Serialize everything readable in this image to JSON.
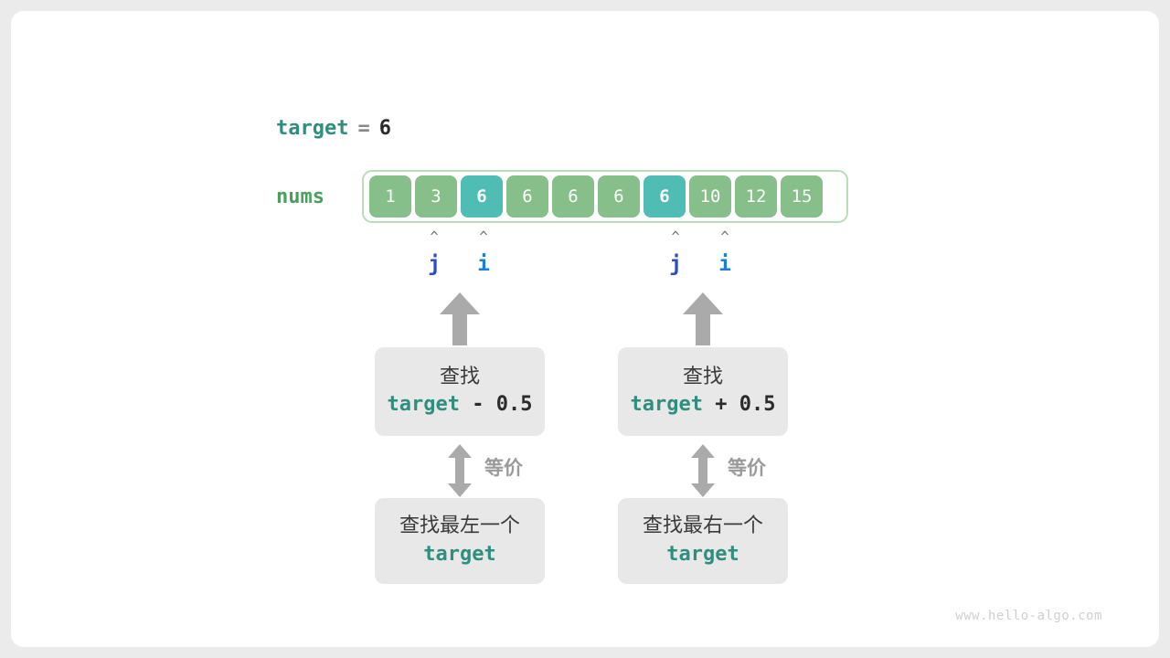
{
  "diagram": {
    "target_line": {
      "var_label": "target",
      "operator": "=",
      "value": "6"
    },
    "array": {
      "label": "nums",
      "cells": [
        {
          "value": "1",
          "highlight": false
        },
        {
          "value": "3",
          "highlight": false
        },
        {
          "value": "6",
          "highlight": true
        },
        {
          "value": "6",
          "highlight": false
        },
        {
          "value": "6",
          "highlight": false
        },
        {
          "value": "6",
          "highlight": false
        },
        {
          "value": "6",
          "highlight": true
        },
        {
          "value": "10",
          "highlight": false
        },
        {
          "value": "12",
          "highlight": false
        },
        {
          "value": "15",
          "highlight": false
        }
      ]
    },
    "pointers": {
      "caret_glyph": "^",
      "left_group": {
        "j": "j",
        "i": "i"
      },
      "right_group": {
        "j": "j",
        "i": "i"
      }
    },
    "branches": [
      {
        "id": "left",
        "top_box": {
          "title": "查找",
          "code_var": "target",
          "code_rest": " - 0.5"
        },
        "equivalence_label": "等价",
        "bottom_box": {
          "title": "查找最左一个",
          "code_var": "target"
        }
      },
      {
        "id": "right",
        "top_box": {
          "title": "查找",
          "code_var": "target",
          "code_rest": " + 0.5"
        },
        "equivalence_label": "等价",
        "bottom_box": {
          "title": "查找最右一个",
          "code_var": "target"
        }
      }
    ],
    "watermark": "www.hello-algo.com",
    "colors": {
      "cell_normal": "#86bf8a",
      "cell_highlight": "#50bdb5",
      "array_border": "#b9dcb9",
      "nums_label": "#4d9e5e",
      "code_var": "#2f8e7e",
      "pointer_j": "#2b4ec4",
      "pointer_i": "#1a7fd4",
      "arrow_gray": "#aaaaaa",
      "box_bg": "#e8e8e8"
    }
  }
}
